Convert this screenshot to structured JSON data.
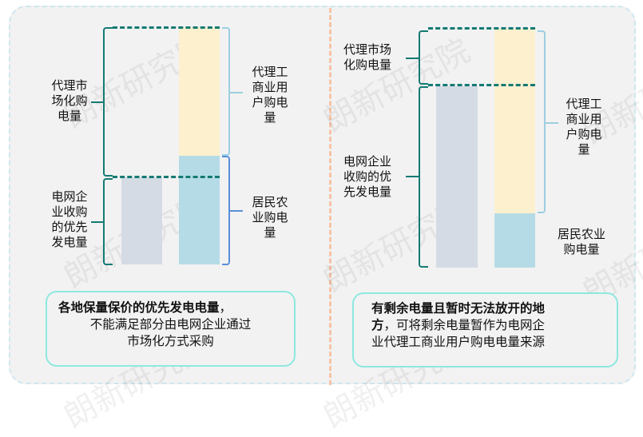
{
  "watermark": "朗新研究院",
  "colors": {
    "agency_industrial": "#fdf0cf",
    "residential_agri": "#b5dce6",
    "priority_generation": "#d5dbe5",
    "teal_brace": "#137a73",
    "light_blue_brace": "#9ccfe0",
    "blue_brace": "#5b8fd9",
    "divider": "#f6c3a6",
    "note_border": "#8ee8e0"
  },
  "left_panel": {
    "label_market_purchase": "代理市\n场化购\n电量",
    "label_grid_priority": "电网企\n业收购\n的优先\n发电量",
    "label_agency_industrial": "代理工\n商业用\n户购电\n量",
    "label_residential": "居民农\n业购电\n量",
    "note_bold": "各地保量保价的优先发电电量",
    "note_sep": "，",
    "note_rest": "不能满足部分由电网企业通过\n市场化方式采购"
  },
  "right_panel": {
    "label_market_purchase": "代理市场\n化购电量",
    "label_grid_priority": "电网企业\n收购的优\n先发电量",
    "label_agency_industrial": "代理工\n商业用\n户购电\n量",
    "label_residential": "居民农业\n购电量",
    "note_bold_1": "有剩余电量且暂时无法放开的地",
    "note_bold_2": "方",
    "note_rest": "，可将剩余电量暂作为电网企\n业代理工商业用户购电电量来源"
  }
}
